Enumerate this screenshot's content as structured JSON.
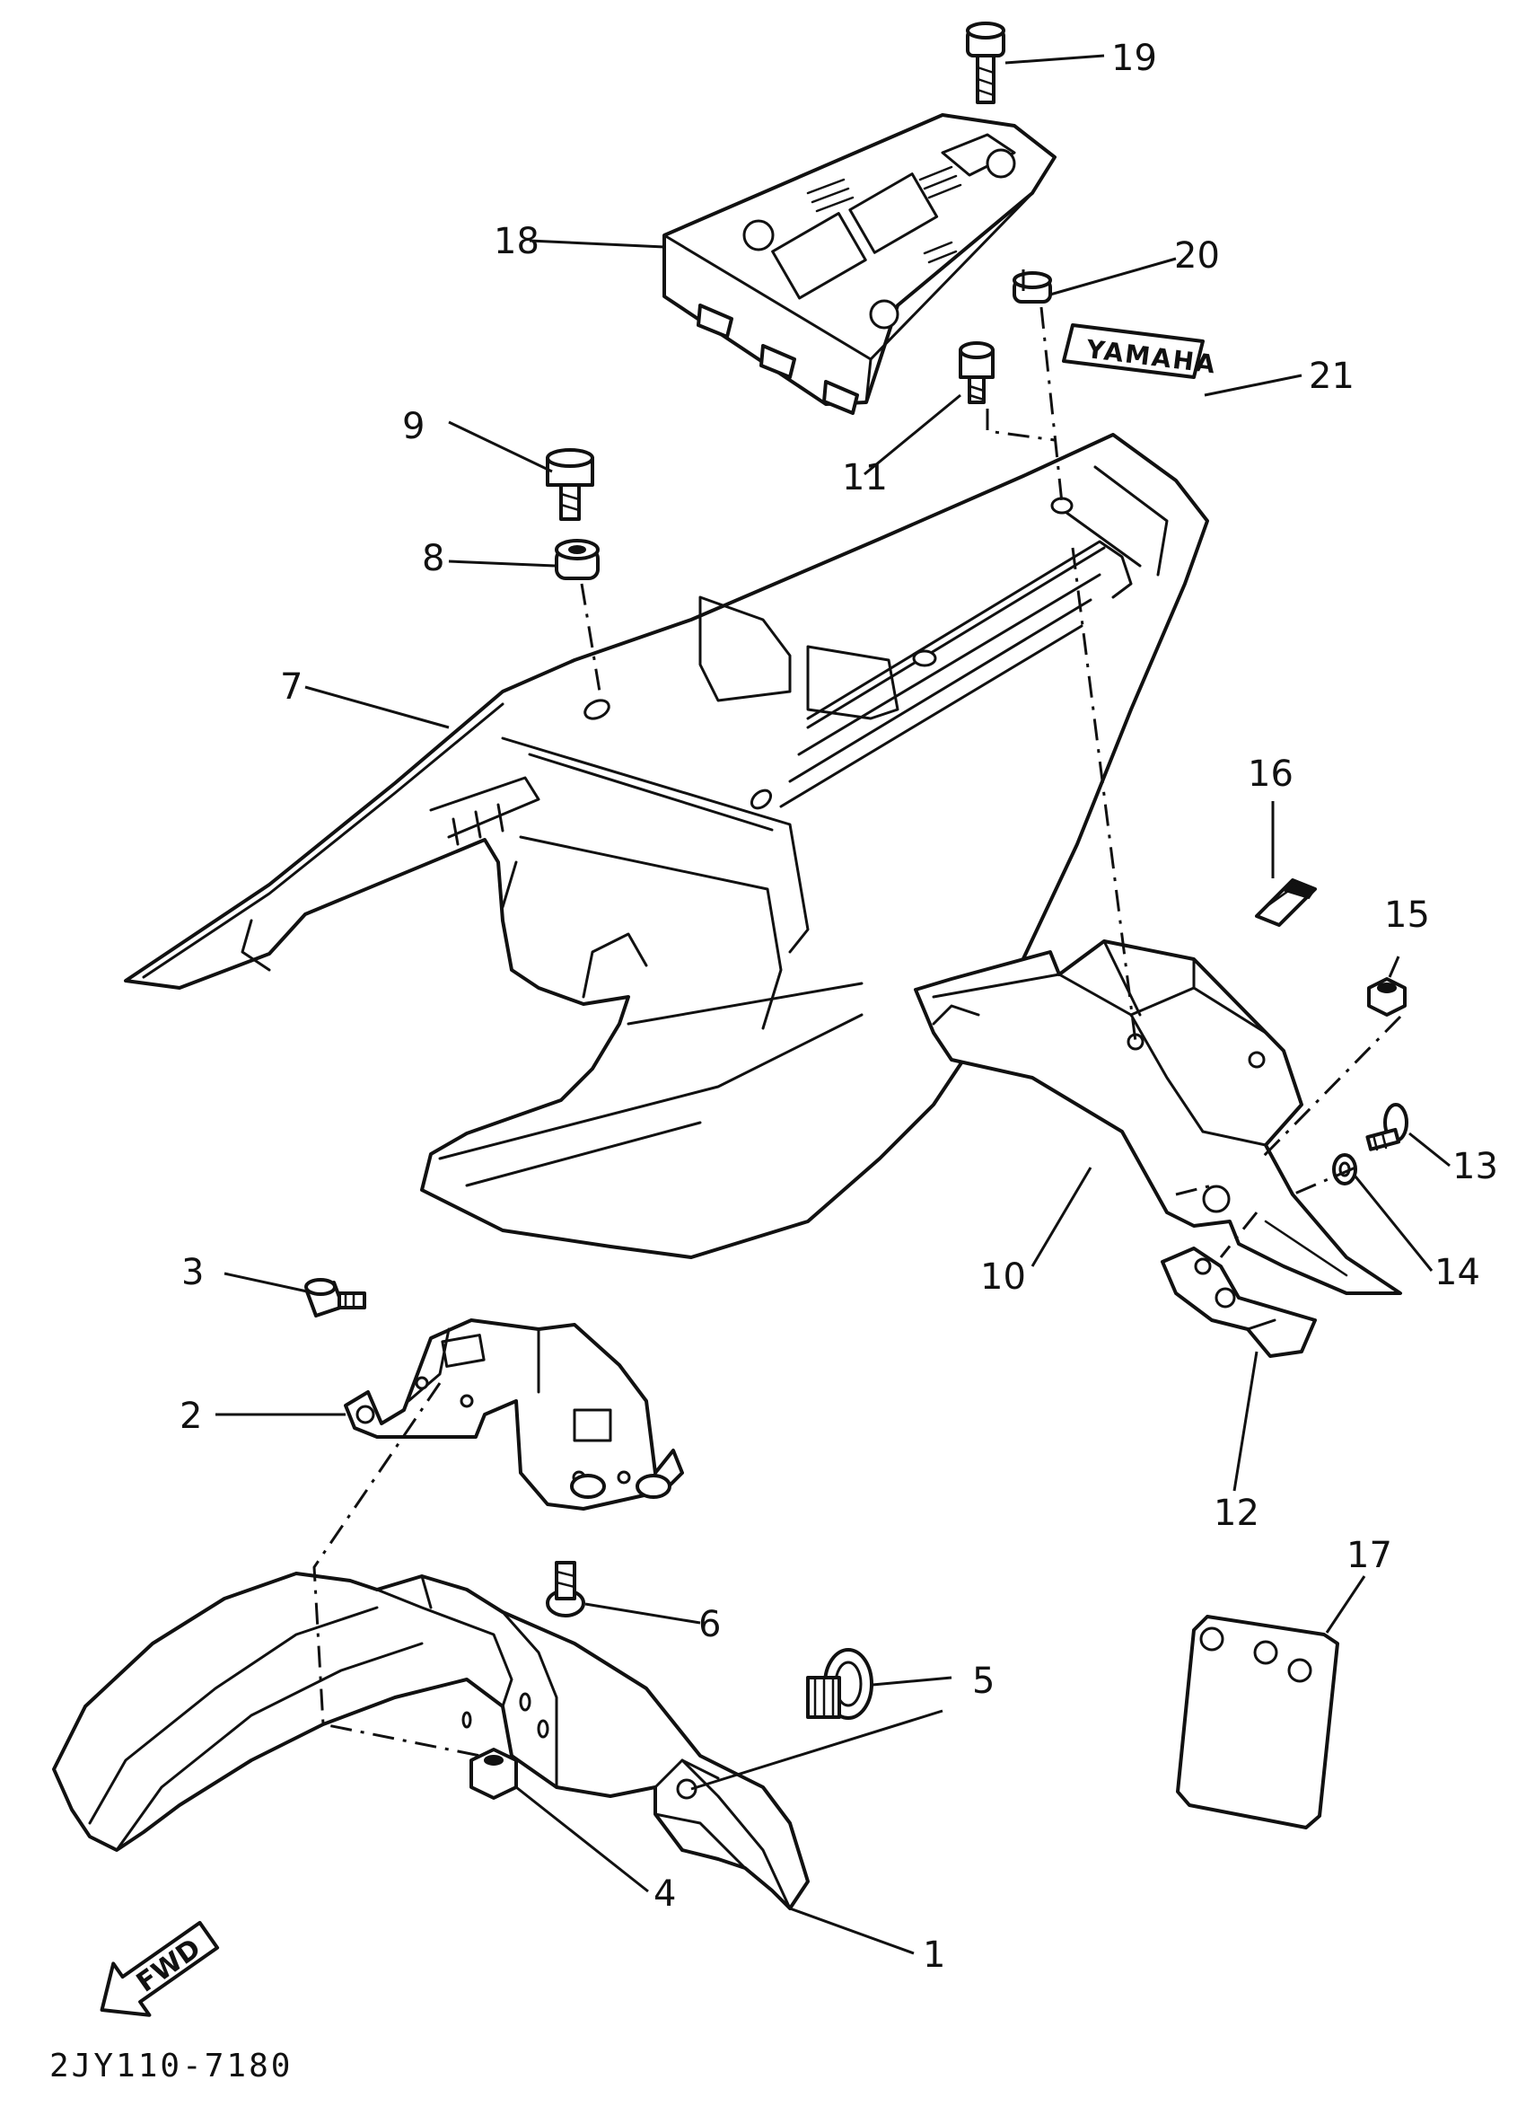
{
  "diagram": {
    "drawing_code": "2JY110-7180",
    "fwd_label": "FWD",
    "emblem_text": "YAMAHA",
    "callouts": [
      "1",
      "2",
      "3",
      "4",
      "5",
      "6",
      "7",
      "8",
      "9",
      "10",
      "11",
      "12",
      "13",
      "14",
      "15",
      "16",
      "17",
      "18",
      "19",
      "20",
      "21"
    ]
  }
}
